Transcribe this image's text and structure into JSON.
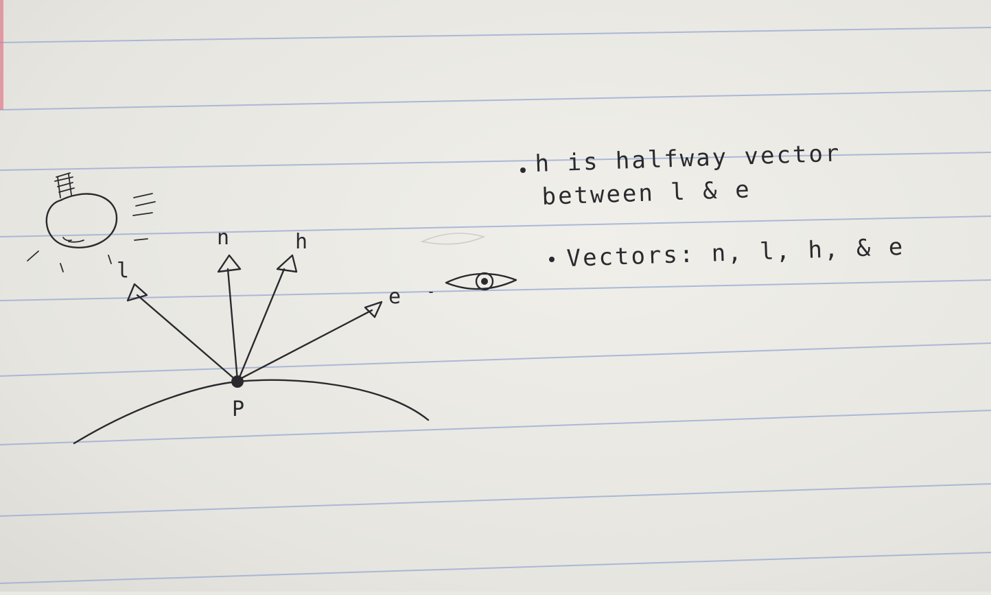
{
  "diagram": {
    "light_label": "l",
    "normal_label": "n",
    "halfway_label": "h",
    "eye_label": "e",
    "point_label": "P"
  },
  "notes": {
    "line1": "h is halfway vector",
    "line2": "between l & e",
    "line3": "Vectors: n, l, h, & e"
  },
  "colors": {
    "paper": "#e9e8e2",
    "rule": "#9fb0d4",
    "margin": "#e07a8a",
    "ink": "#2a2a2e"
  }
}
